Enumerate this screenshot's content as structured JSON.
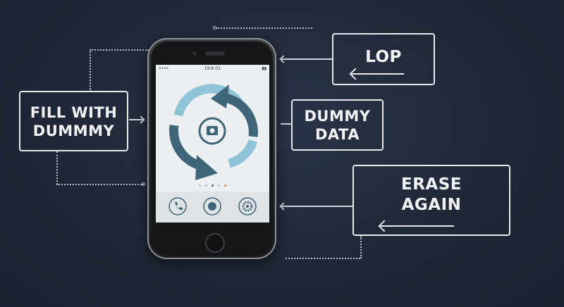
{
  "labels": {
    "fill_with_dummy": [
      "FILL WITH",
      "DUMMMY"
    ],
    "lop": "LOP",
    "dummy_data": [
      "DUMMY",
      "DATA"
    ],
    "erase_again": [
      "ERASE",
      "AGAIN"
    ]
  },
  "phone": {
    "status_left": "•••• ",
    "status_center": "19:K 01",
    "status_right": "▮▮",
    "page_dots": 5,
    "active_dot": 3,
    "tabs": [
      "phone-icon",
      "record-icon",
      "settings-icon"
    ]
  },
  "colors": {
    "background": "#1f2736",
    "box_border": "#e6e8ec",
    "arrow_dark": "#3f6579",
    "arrow_light": "#8fc3d8",
    "screen": "#eceff1"
  }
}
